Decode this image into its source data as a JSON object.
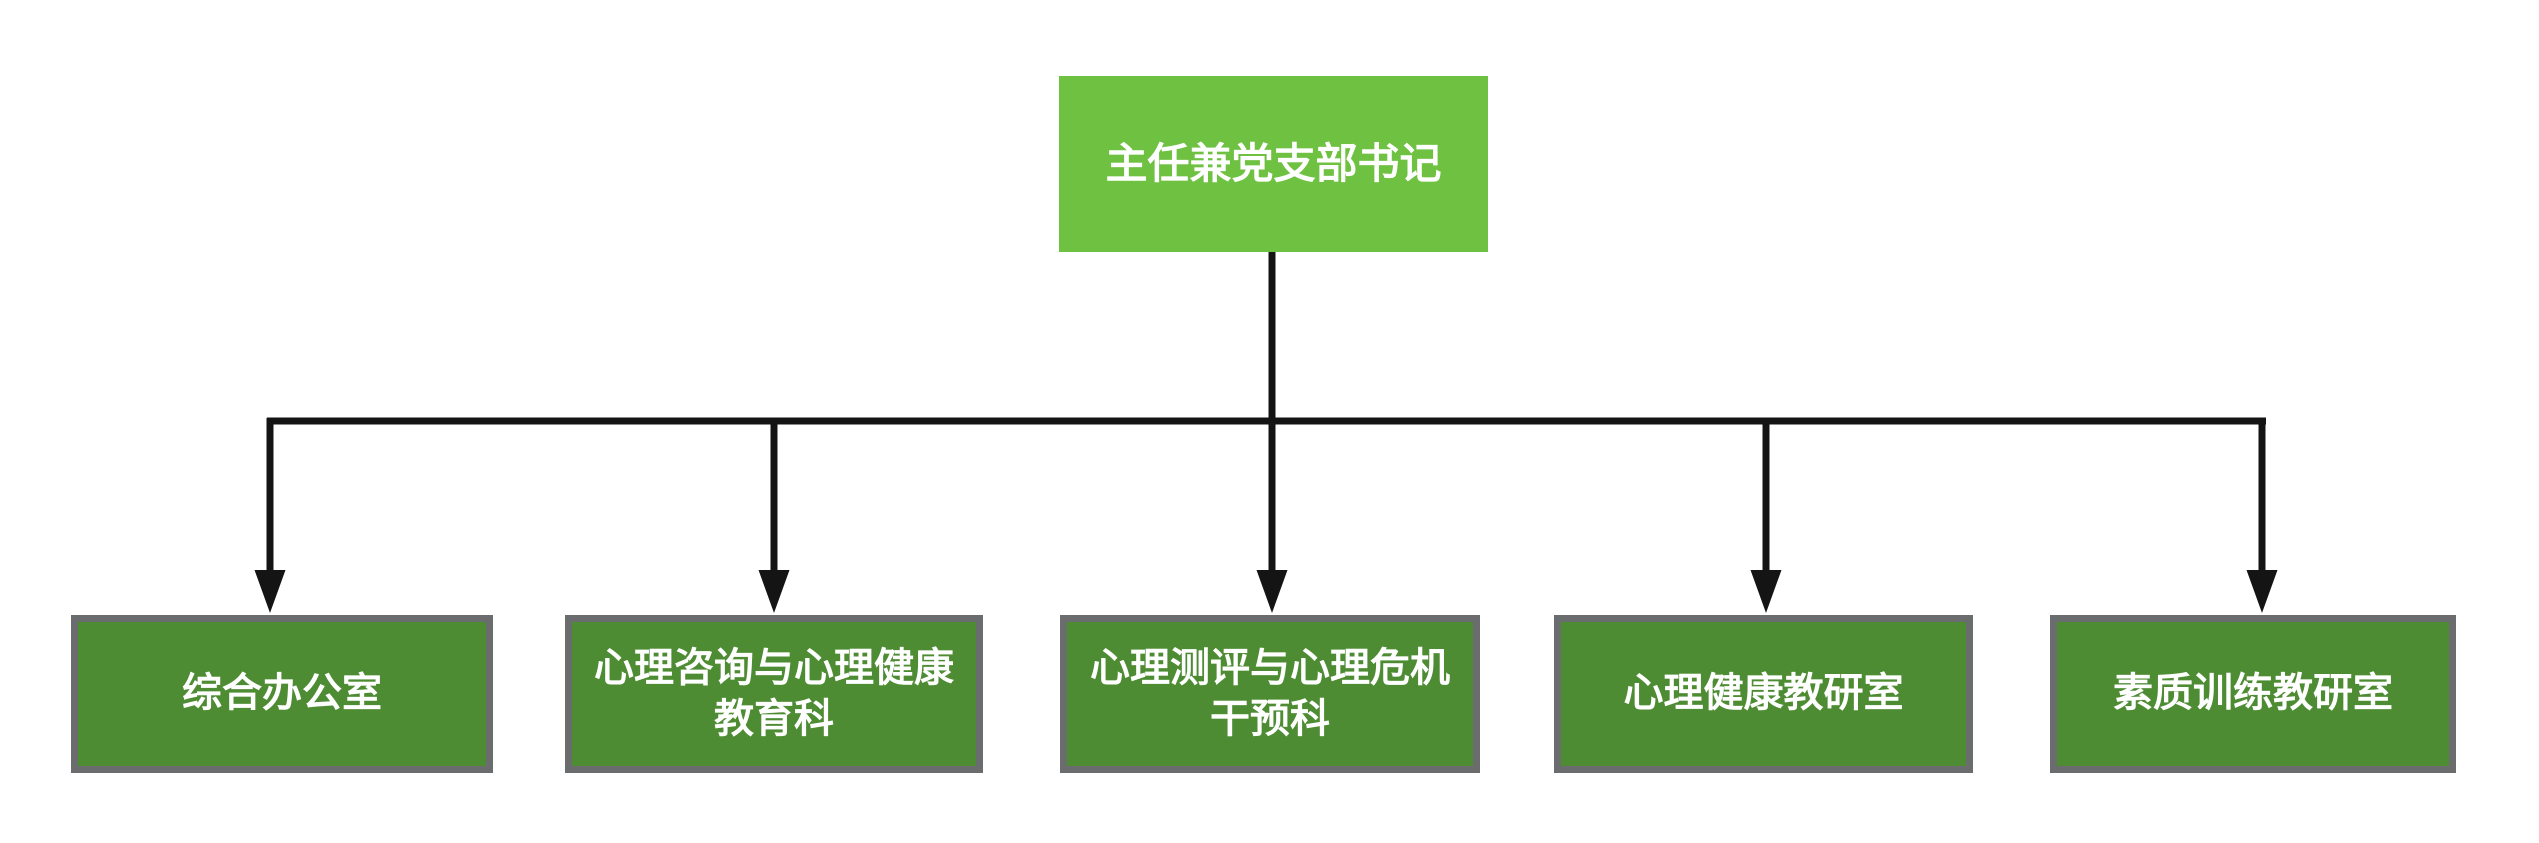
{
  "theme": {
    "canvas_bg": "#FFFFFF",
    "root_fill": "#6FC142",
    "child_fill": "#4E8C33",
    "child_border": "#6A6C6E",
    "connector": "#141414",
    "label_color": "#FFFFFF"
  },
  "org_chart": {
    "type": "organization-chart",
    "root": {
      "label": "主任兼党支部书记"
    },
    "children": [
      {
        "label": "综合办公室"
      },
      {
        "label": "心理咨询与心理健康\n教育科"
      },
      {
        "label": "心理测评与心理危机\n干预科"
      },
      {
        "label": "心理健康教研室"
      },
      {
        "label": "素质训练教研室"
      }
    ]
  }
}
